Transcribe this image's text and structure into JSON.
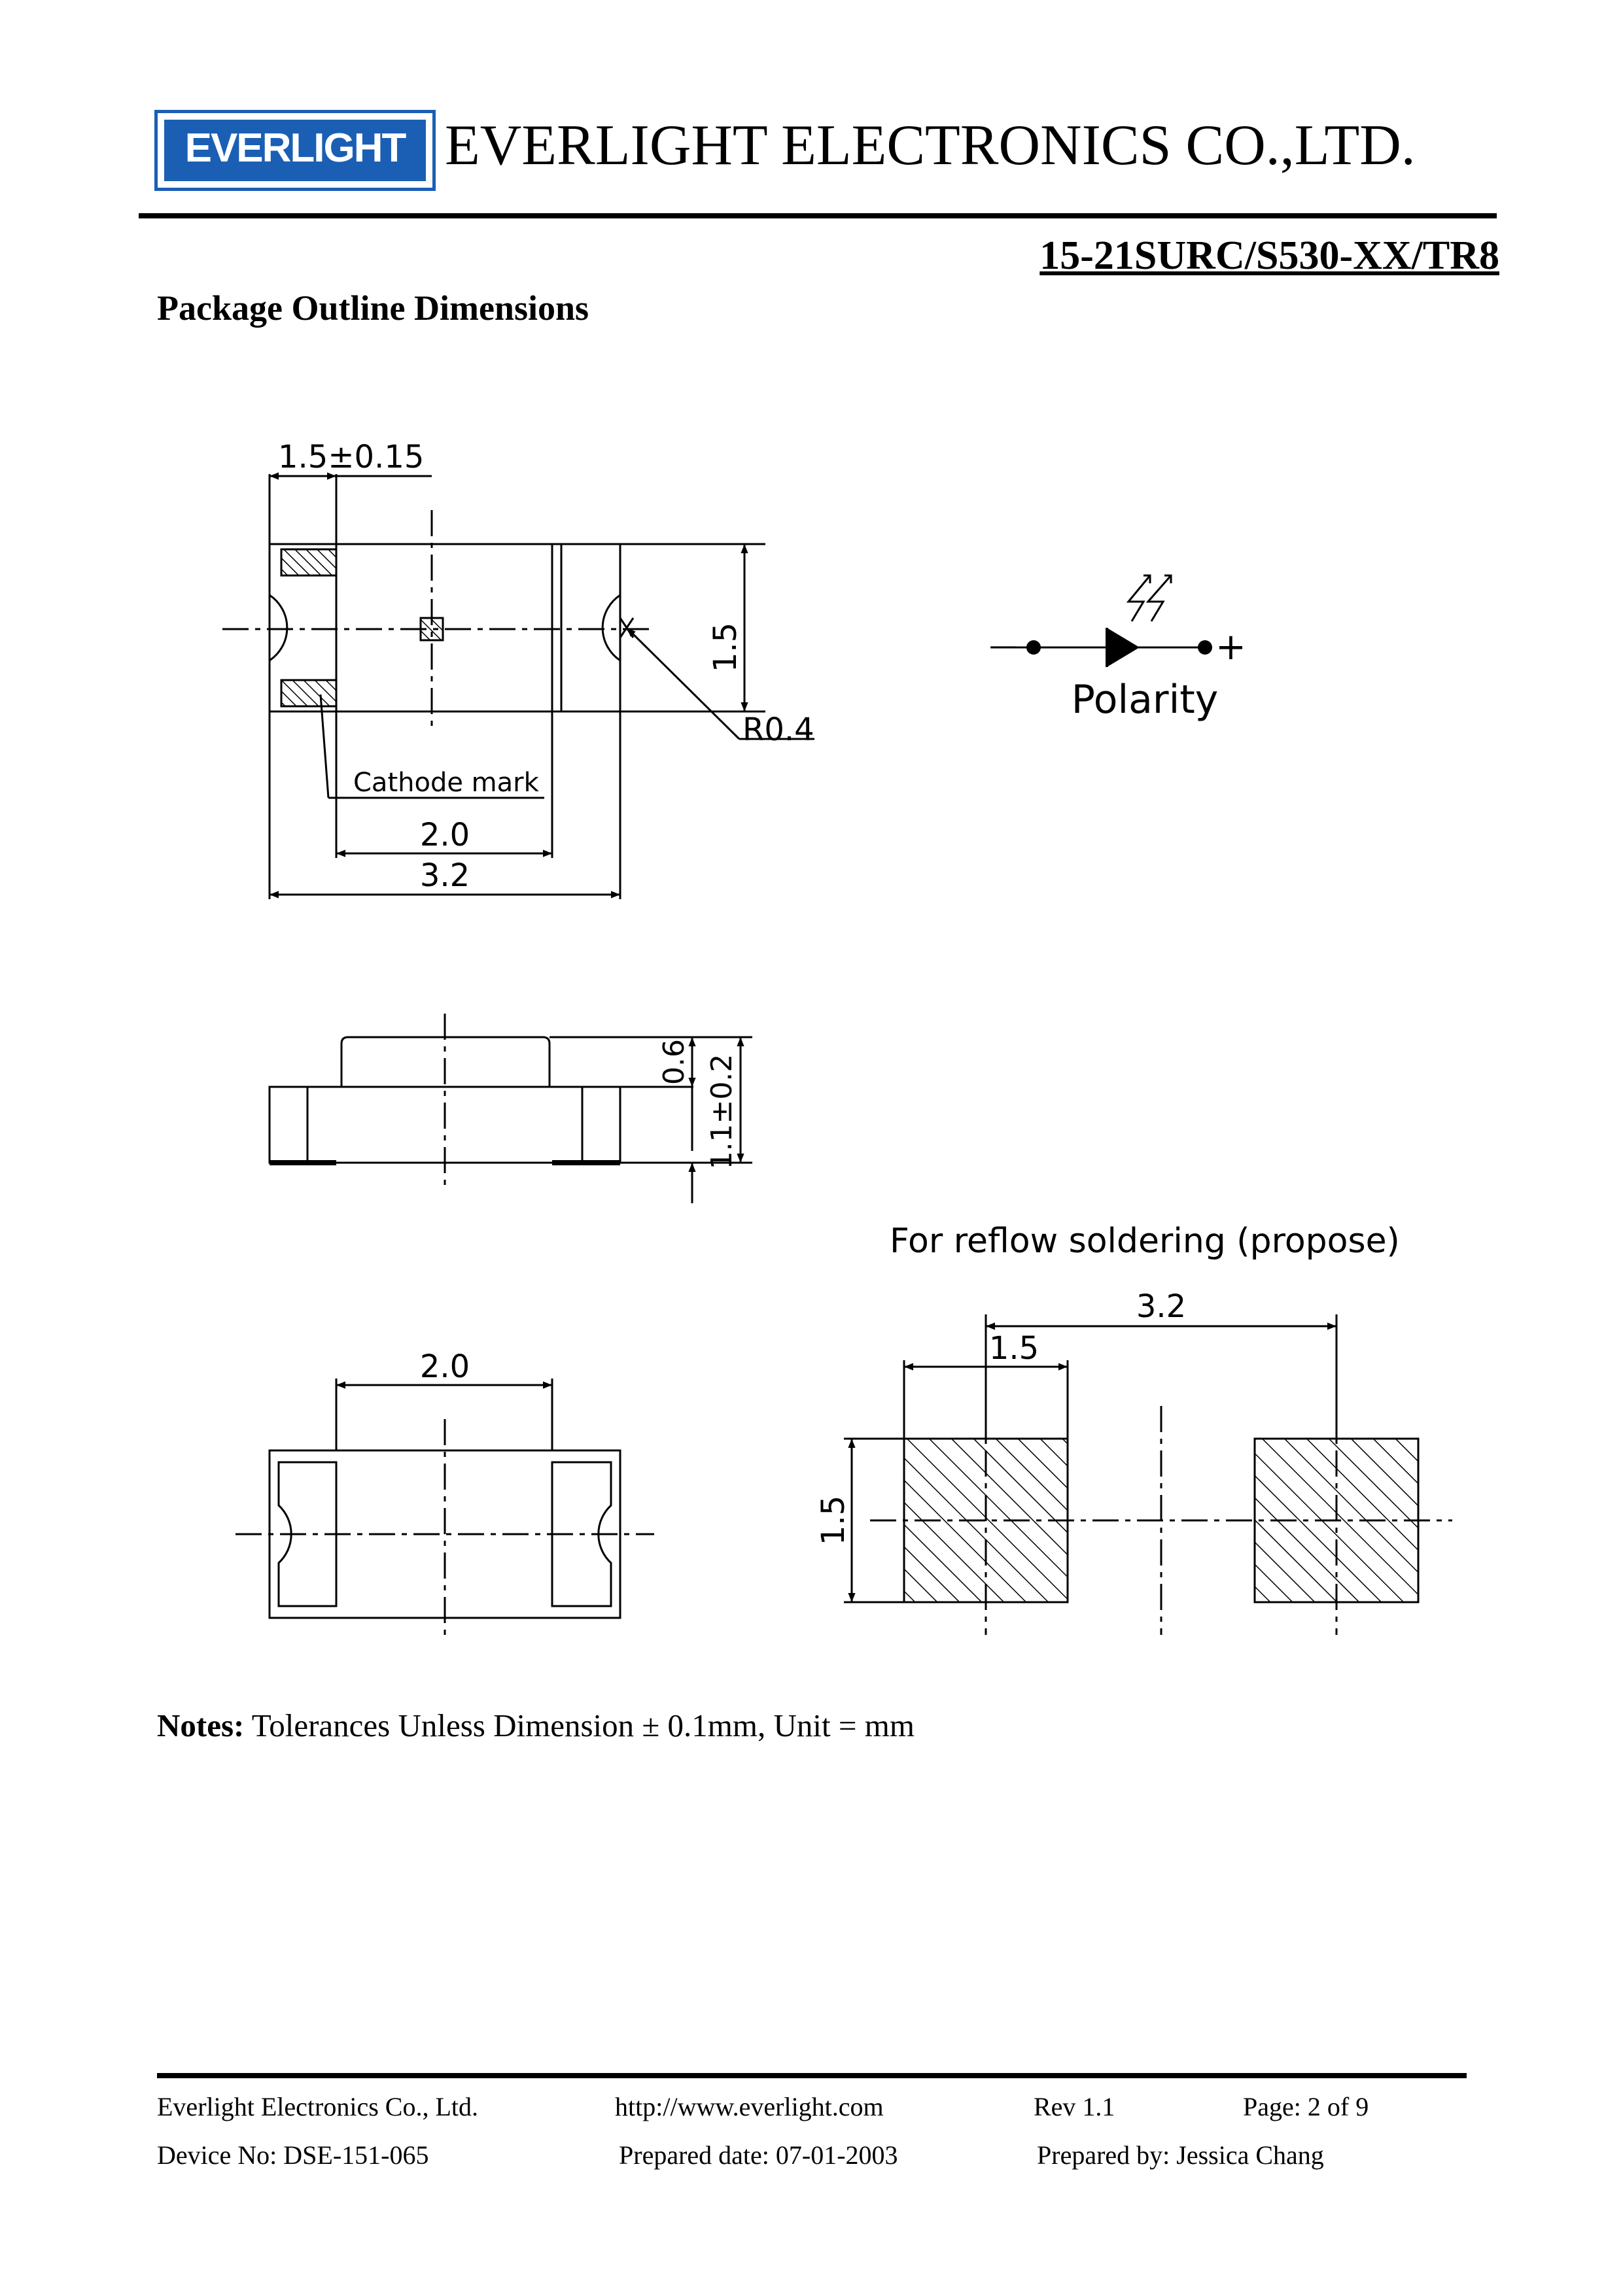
{
  "header": {
    "logo_text": "EVERLIGHT",
    "company": "EVERLIGHT ELECTRONICS CO.,LTD.",
    "part_number": "15-21SURC/S530-XX/TR8",
    "brand_color": "#1a5fb4"
  },
  "section_title": "Package Outline Dimensions",
  "drawing": {
    "dim_top_width": "1.5±0.15",
    "dim_height_top": "1.5",
    "dim_radius": "R0.4",
    "cathode_label": "Cathode mark",
    "dim_inner_top": "2.0",
    "dim_outer_top": "3.2",
    "polarity_label": "Polarity",
    "polarity_minus": "—",
    "polarity_plus": "+",
    "dim_side_1": "0.6",
    "dim_side_2": "1.1±0.2",
    "dim_bottom_inner": "2.0",
    "reflow_title": "For reflow soldering (propose)",
    "reflow_total": "3.2",
    "reflow_pad": "1.5",
    "reflow_height": "1.5"
  },
  "notes": {
    "label": "Notes:",
    "text": "Tolerances Unless Dimension ± 0.1mm, Unit = mm"
  },
  "footer": {
    "company": "Everlight Electronics Co., Ltd.",
    "url": "http://www.everlight.com",
    "rev": "Rev 1.1",
    "page": "Page: 2 of 9",
    "device": "Device No: DSE-151-065",
    "prep_date": "Prepared date: 07-01-2003",
    "prep_by": "Prepared by: Jessica Chang"
  }
}
